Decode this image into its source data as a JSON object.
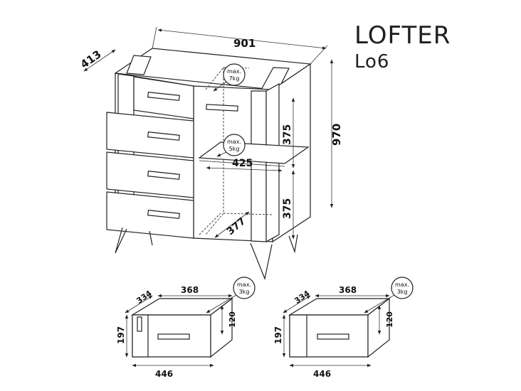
{
  "header": {
    "title": "LOFTER",
    "model": "Lo6"
  },
  "dimensions": {
    "width": "901",
    "depth": "413",
    "height": "970",
    "shelf_upper": "375",
    "shelf_lower": "375",
    "shelf_width": "425",
    "shelf_depth": "377"
  },
  "loads": {
    "top": {
      "line1": "max.",
      "line2": "7kg"
    },
    "shelf": {
      "line1": "max.",
      "line2": "5kg"
    },
    "drawer_left": {
      "line1": "max.",
      "line2": "3kg"
    },
    "drawer_right": {
      "line1": "max.",
      "line2": "3kg"
    }
  },
  "drawer_left": {
    "inner_width": "368",
    "inner_depth": "334",
    "height": "197",
    "inner_height": "120",
    "outer_width": "446"
  },
  "drawer_right": {
    "inner_width": "368",
    "inner_depth": "334",
    "height": "197",
    "inner_height": "120",
    "outer_width": "446"
  }
}
